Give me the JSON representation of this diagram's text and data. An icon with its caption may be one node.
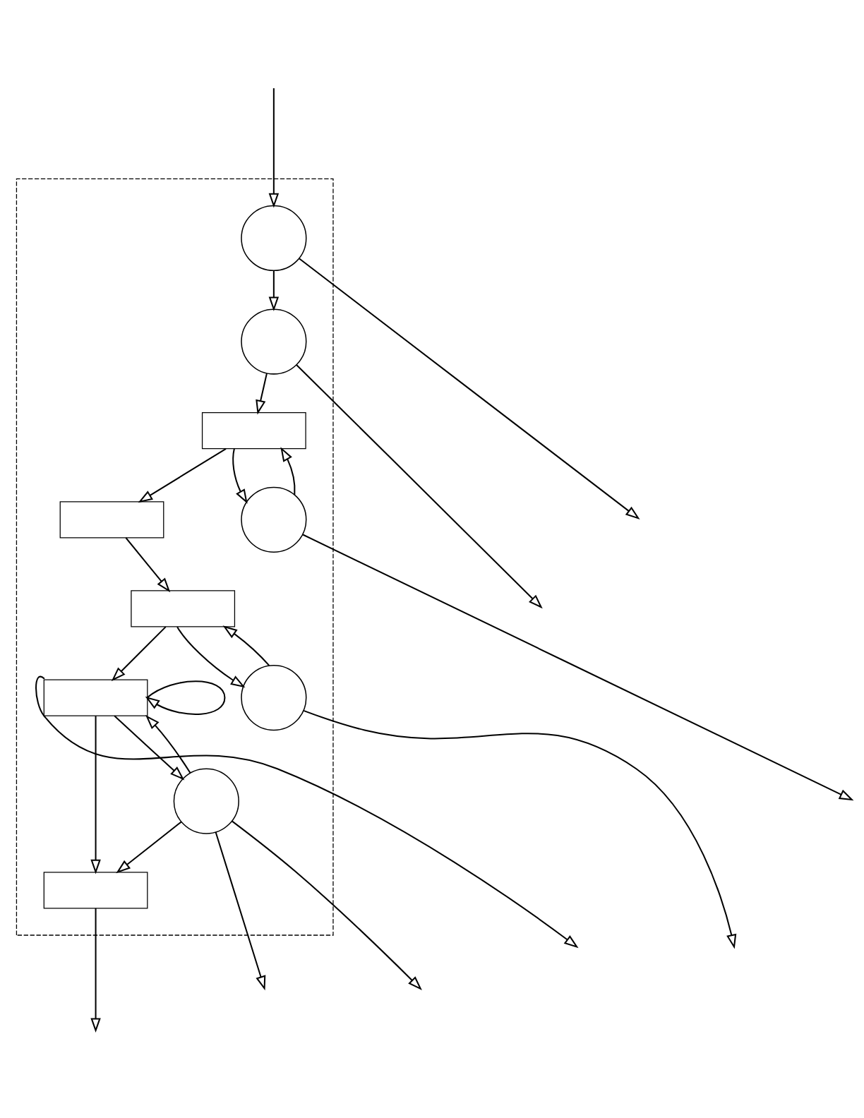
{
  "diagram": {
    "nodes": [
      {
        "text": [],
        "shape": "box"
      },
      {
        "text": [],
        "shape": "circle",
        "in": 0
      },
      {
        "text": [],
        "shape": "circle",
        "in": 0
      },
      {
        "text": [],
        "shape": "box",
        "in": 0
      },
      {
        "text": [],
        "shape": "circle",
        "in": 0
      },
      {
        "text": [],
        "shape": "box",
        "in": 0
      },
      {
        "text": [],
        "shape": "box",
        "in": 0
      },
      {
        "text": [],
        "shape": "box",
        "in": 0
      },
      {
        "text": [],
        "shape": "circle",
        "in": 0
      },
      {
        "text": [],
        "shape": "box",
        "in": 0
      },
      {
        "text": [],
        "shape": "circle",
        "in": 0
      }
    ],
    "edges": [
      {
        "from": 1,
        "to": null,
        "arrow": "to"
      },
      {
        "from": null,
        "to": 1,
        "arrow": "to"
      },
      {
        "from": 1,
        "to": 2,
        "arrow": "to"
      },
      {
        "from": 2,
        "to": null,
        "arrow": "to"
      },
      {
        "from": 2,
        "to": 3,
        "arrow": "to"
      },
      {
        "from": 3,
        "to": 5,
        "arrow": "to"
      },
      {
        "from": 3,
        "to": 4,
        "arrow": "to"
      },
      {
        "from": 4,
        "to": 3,
        "arrow": "to"
      },
      {
        "from": 4,
        "to": null,
        "arrow": "to"
      },
      {
        "from": 5,
        "to": 6,
        "arrow": "to"
      },
      {
        "from": 6,
        "to": 7,
        "arrow": "to"
      },
      {
        "from": 6,
        "to": 8,
        "arrow": "to"
      },
      {
        "from": 8,
        "to": 6,
        "arrow": "to"
      },
      {
        "from": 8,
        "to": null,
        "arrow": "to"
      },
      {
        "from": 7,
        "to": null,
        "arrow": "to"
      },
      {
        "from": 7,
        "to": 9,
        "arrow": "to"
      },
      {
        "from": 9,
        "to": null,
        "arrow": "to"
      },
      {
        "from": 7,
        "to": 10,
        "arrow": "to"
      },
      {
        "from": 7,
        "to": 7,
        "arrow": "to"
      },
      {
        "from": 10,
        "to": 7,
        "arrow": "to"
      },
      {
        "from": 10,
        "to": null,
        "arrow": "to"
      },
      {
        "from": 10,
        "to": null,
        "arrow": "to"
      },
      {
        "from": 10,
        "to": 9,
        "arrow": "to"
      }
    ]
  }
}
